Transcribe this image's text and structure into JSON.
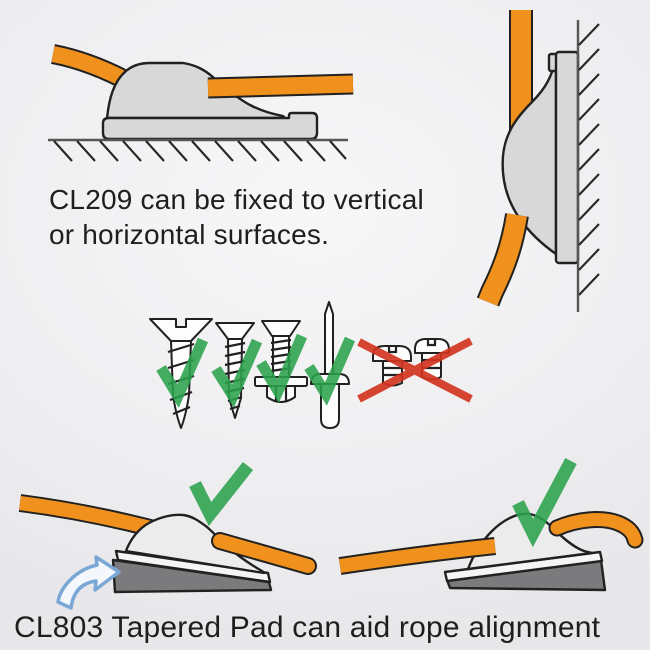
{
  "captions": {
    "mounting": {
      "line1": "CL209 can be fixed to vertical",
      "line2": "or horizontal surfaces."
    },
    "pad_note": "CL803 Tapered Pad can aid rope alignment"
  },
  "icons": {
    "approved_mark": "green-check-icon",
    "rejected_mark": "red-cross-icon",
    "pad_pointer": "curved-arrow-icon"
  },
  "fasteners": {
    "approved": [
      "countersunk-wood-screw",
      "countersunk-self-tapping-screw",
      "countersunk-machine-screw-with-nut",
      "pop-rivet"
    ],
    "rejected": [
      "round-head-screws"
    ]
  },
  "colors": {
    "background_center": "#f7f7f8",
    "background_edge": "#e7e7ea",
    "outline": "#212121",
    "rope_orange": "#f0911d",
    "cleat_gray": "#d8d8d9",
    "cleat_light": "#ececec",
    "plate_white": "#f5f5f5",
    "pad_gray": "#7b7b7d",
    "ground_line": "#565656",
    "hatch_dark": "#262626",
    "check_green": "#2aa24b",
    "cross_red": "#d2351f",
    "arrow_blue": "#7aa7d6",
    "arrow_fill": "#f4f8fd",
    "fastener_fill": "#fdfdfd",
    "text_dark": "#1e1e1e"
  }
}
